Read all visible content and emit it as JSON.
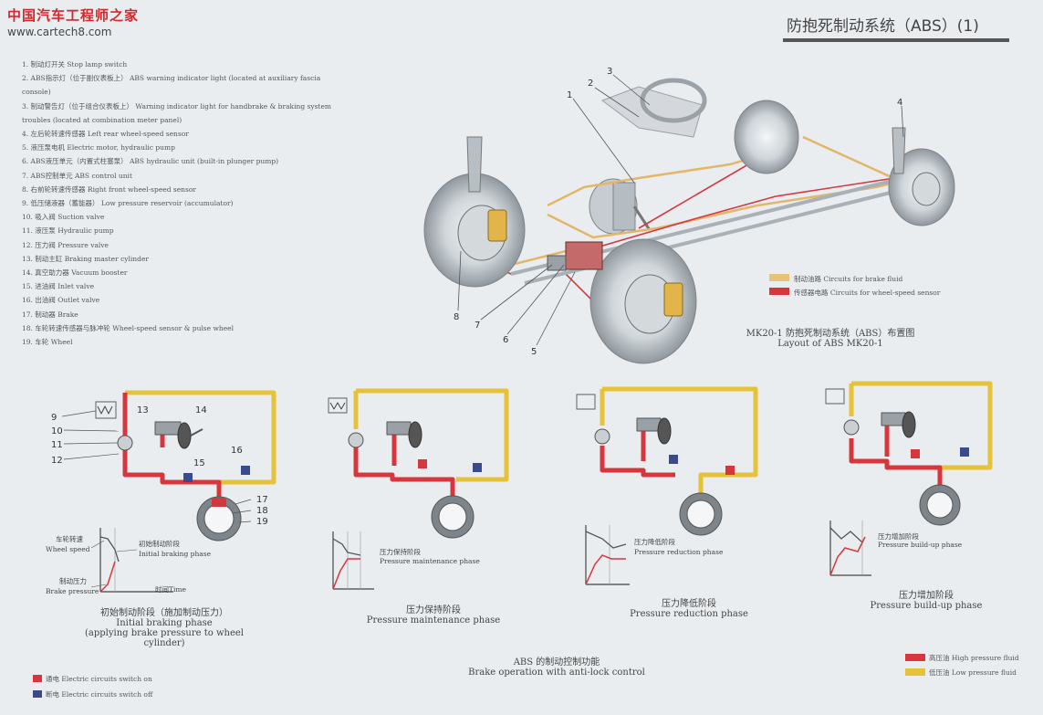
{
  "watermark": {
    "cn": "中国汽车工程师之家",
    "url": "www.cartech8.com"
  },
  "title": "防抱死制动系统（ABS）(1)",
  "legend_items": [
    "1.  制动灯开关  Stop lamp switch",
    "2.  ABS指示灯（位于副仪表板上）  ABS warning indicator light (located at auxiliary fascia console)",
    "3.  制动警告灯（位于组合仪表板上）  Warning indicator light for handbrake & braking system troubles (located at combination meter panel)",
    "4.  左后轮转速传感器  Left rear wheel-speed sensor",
    "5.  液压泵电机  Electric motor, hydraulic pump",
    "6.  ABS液压单元（内置式柱塞泵）  ABS hydraulic unit (built-in plunger pump)",
    "7.  ABS控制单元  ABS control unit",
    "8.  右前轮转速传感器  Right front wheel-speed sensor",
    "9.  低压储液器（蓄能器）  Low pressure reservoir (accumulator)",
    "10.  吸入阀  Suction valve",
    "11.  液压泵  Hydraulic pump",
    "12.  压力阀  Pressure valve",
    "13.  制动主缸  Braking master cylinder",
    "14.  真空助力器  Vacuum booster",
    "15.  进油阀  Inlet valve",
    "16.  出油阀  Outlet valve",
    "17.  制动器  Brake",
    "18.  车轮转速传感器与脉冲轮  Wheel-speed sensor & pulse wheel",
    "19.  车轮  Wheel"
  ],
  "layout": {
    "callouts": [
      "1",
      "2",
      "3",
      "4",
      "5",
      "6",
      "7",
      "8"
    ],
    "legend_fluid": "制动油路  Circuits for brake fluid",
    "legend_sensor": "传感器电路  Circuits for wheel-speed sensor",
    "caption_cn": "MK20-1 防抱死制动系统（ABS）布置图",
    "caption_en": "Layout of ABS MK20-1"
  },
  "phase1": {
    "callouts": [
      "9",
      "10",
      "11",
      "12",
      "13",
      "14",
      "15",
      "16",
      "17",
      "18",
      "19"
    ],
    "wheel_speed_cn": "车轮转速",
    "wheel_speed_en": "Wheel speed",
    "initial_phase_cn": "初始制动阶段",
    "initial_phase_en": "Initial braking phase",
    "brake_pressure_cn": "制动压力",
    "brake_pressure_en": "Brake pressure",
    "time": "时间Time",
    "caption_cn": "初始制动阶段（施加制动压力）",
    "caption_en1": "Initial braking phase",
    "caption_en2": "(applying brake pressure to wheel cylinder)"
  },
  "phase2": {
    "graph_cn": "压力保持阶段",
    "graph_en": "Pressure maintenance phase",
    "caption_cn": "压力保持阶段",
    "caption_en": "Pressure maintenance phase"
  },
  "phase3": {
    "graph_cn": "压力降低阶段",
    "graph_en": "Pressure reduction phase",
    "caption_cn": "压力降低阶段",
    "caption_en": "Pressure reduction phase"
  },
  "phase4": {
    "graph_cn": "压力增加阶段",
    "graph_en": "Pressure build-up phase",
    "caption_cn": "压力增加阶段",
    "caption_en": "Pressure build-up phase"
  },
  "footer": {
    "cn": "ABS 的制动控制功能",
    "en": "Brake operation with anti-lock control",
    "switch_on": "通电  Electric circuits switch on",
    "switch_off": "断电  Electric circuits switch off",
    "high": "高压油 High pressure fluid",
    "low": "低压油 Low pressure fluid"
  },
  "colors": {
    "high": "#d8363d",
    "low": "#e6c239",
    "fluid_legend": "#e8c27a",
    "sensor_legend": "#d8363d",
    "on": "#d8363d",
    "off": "#3a4a8a"
  }
}
